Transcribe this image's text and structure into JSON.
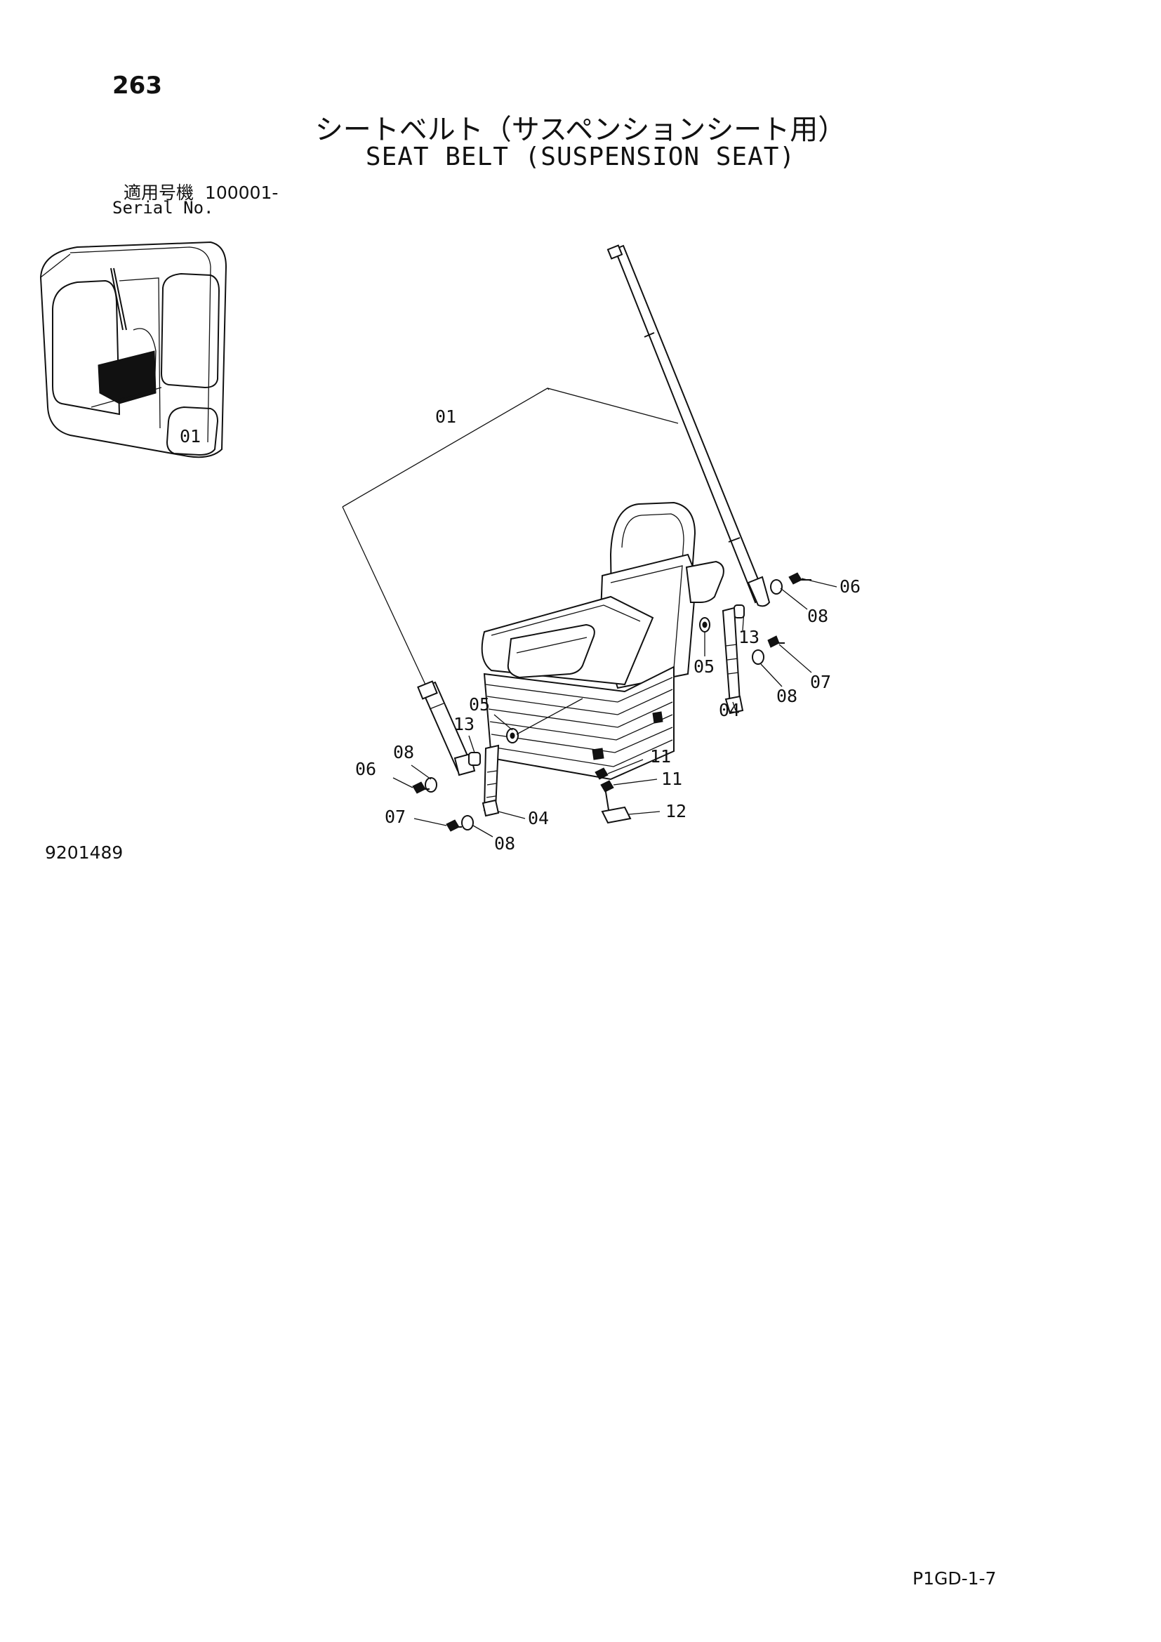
{
  "header": {
    "page_number": "263",
    "title_jp": "シートベルト（サスペンションシート用）",
    "title_en": "SEAT BELT (SUSPENSION SEAT)",
    "serial_label_jp": "適用号機",
    "serial_value": "100001-",
    "serial_label_en": "Serial No."
  },
  "diagram": {
    "callouts": {
      "c01": "01",
      "c06r": "06",
      "c08r1": "08",
      "c13r": "13",
      "c05r": "05",
      "c07r": "07",
      "c08r2": "08",
      "c04r": "04",
      "c05l": "05",
      "c13l": "13",
      "c08l1": "08",
      "c06l": "06",
      "c11a": "11",
      "c11b": "11",
      "c12": "12",
      "c07l": "07",
      "c04l": "04",
      "c08l2": "08"
    },
    "inset_cab_text": "01"
  },
  "footer": {
    "figure_number": "9201489",
    "page_code": "P1GD-1-7"
  }
}
